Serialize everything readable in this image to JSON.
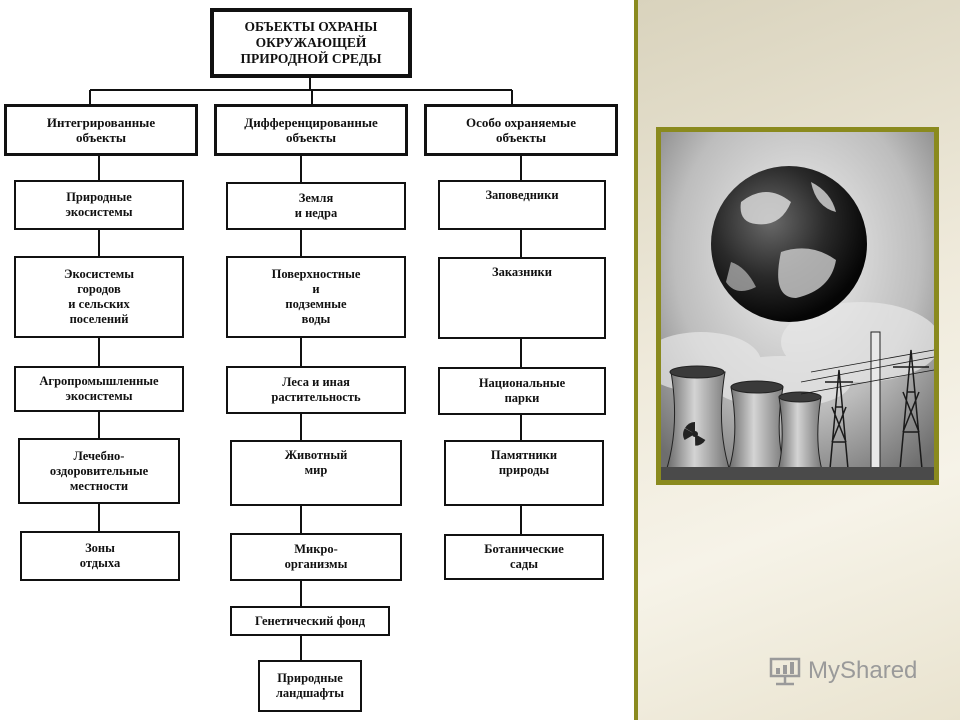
{
  "diagram": {
    "root": "ОБЪЕКТЫ ОХРАНЫ\nОКРУЖАЮЩЕЙ\nПРИРОДНОЙ СРЕДЫ",
    "columns": [
      {
        "header": "Интегрированные\nобъекты",
        "items": [
          "Природные\nэкосистемы",
          "Экосистемы\nгородов\nи сельских\nпоселений",
          "Агропромышленные\nэкосистемы",
          "Лечебно-\nоздоровительные\nместности",
          "Зоны\nотдыха"
        ]
      },
      {
        "header": "Дифференцированные\nобъекты",
        "items": [
          "Земля\nи недра",
          "Поверхностные\nи\nподземные\nводы",
          "Леса и иная\nрастительность",
          "Животный\nмир",
          "Микро-\nорганизмы",
          "Генетический фонд",
          "Природные\nландшафты"
        ]
      },
      {
        "header": "Особо охраняемые\nобъекты",
        "items": [
          "Заповедники",
          "Заказники",
          "Национальные\nпарки",
          "Памятники\nприроды",
          "Ботанические\nсады"
        ]
      }
    ]
  },
  "logo": {
    "text": "MyShared",
    "icon": "presentation-board-icon",
    "color": "#9a9a9a"
  },
  "colors": {
    "frame": "#8a8a1e",
    "line": "#111111"
  }
}
